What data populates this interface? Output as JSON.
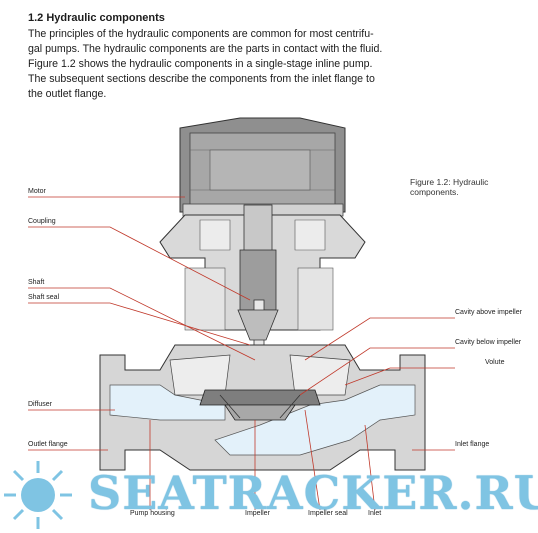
{
  "section": {
    "heading": "1.2 Hydraulic components",
    "paragraph_lines": [
      "The principles of the hydraulic components are common for most centrifu-",
      "gal pumps. The hydraulic components are the parts in contact with the fluid.",
      "Figure 1.2 shows the hydraulic components in a single-stage inline pump.",
      "The subsequent sections describe the components from the inlet flange to",
      "the outlet flange."
    ]
  },
  "figure": {
    "caption_lines": [
      "Figure 1.2: Hydraulic",
      "components."
    ],
    "labels": {
      "motor": "Motor",
      "coupling": "Coupling",
      "shaft": "Shaft",
      "shaft_seal": "Shaft seal",
      "diffuser": "Diffuser",
      "outlet_flange": "Outlet flange",
      "cavity_above": "Cavity above impeller",
      "cavity_below": "Cavity below impeller",
      "volute": "Volute",
      "inlet_flange": "Inlet flange",
      "pump_housing": "Pump housing",
      "impeller": "Impeller",
      "impeller_seal": "Impeller seal",
      "inlet": "Inlet"
    },
    "accent_color": "#c0392b"
  },
  "watermark": {
    "text": "SEATRACKER.RU",
    "color": "#7fc4e3"
  }
}
